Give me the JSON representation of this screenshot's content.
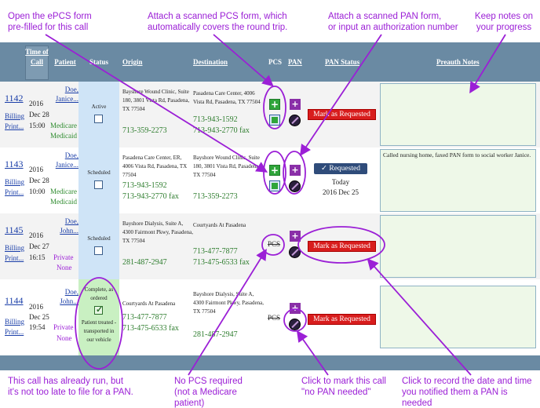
{
  "callouts": {
    "epcs": "Open the ePCS form\npre-filled for this call",
    "scan_pcs": "Attach a scanned PCS form, which\nautomatically covers the round trip.",
    "scan_pan": "Attach a scanned PAN form,\nor input an authorization number",
    "notes": "Keep notes on\nyour progress",
    "already_run": "This call has already run, but\nit's not too late to file for a PAN.",
    "no_pcs": "No PCS required\n(not a Medicare patient)",
    "no_pan": "Click to mark this call\n\"no PAN needed\"",
    "record_date": "Click to record the date and time\nyou notified them a PAN is needed"
  },
  "header": {
    "time_of_call": "Time of Call",
    "patient": "Patient",
    "status": "Status",
    "origin": "Origin",
    "destination": "Destination",
    "pcs": "PCS",
    "pan": "PAN",
    "pan_status": "PAN Status",
    "preauth_notes": "Preauth Notes"
  },
  "rows": [
    {
      "id": "1142",
      "billing": "Billing Print...",
      "year": "2016",
      "date": "Dec 28",
      "time": "15:00",
      "patient": "Doe, Janice...",
      "insurance": [
        "Medicare",
        "Medicaid"
      ],
      "status": "Active",
      "origin_addr": "Bayshore Wound Clinic, Suite 180, 3801 Vista Rd, Pasadena, TX 77504",
      "origin_phone": "713-359-2273",
      "dest_addr": "Pasadena Care Center, 4006 Vista Rd, Pasadena, TX 77504",
      "dest_phone": "713-943-1592",
      "dest_fax": "713-943-2770 fax",
      "pan_status": "Mark as Requested",
      "notes": ""
    },
    {
      "id": "1143",
      "billing": "Billing Print...",
      "year": "2016",
      "date": "Dec 28",
      "time": "10:00",
      "patient": "Doe, Janice...",
      "insurance": [
        "Medicare",
        "Medicaid"
      ],
      "status": "Scheduled",
      "origin_addr": "Pasadena Care Center, ER, 4006 Vista Rd, Pasadena, TX 77504",
      "origin_phone": "713-943-1592",
      "origin_fax": "713-943-2770 fax",
      "dest_addr": "Bayshore Wound Clinic, Suite 180, 3801 Vista Rd, Pasadena, TX 77504",
      "dest_phone": "713-359-2273",
      "pan_status": "✓ Requested",
      "pan_sub1": "Today",
      "pan_sub2": "2016 Dec 25",
      "notes": "Called nursing home, faxed PAN form to social worker Janice."
    },
    {
      "id": "1145",
      "billing": "Billing Print...",
      "year": "2016",
      "date": "Dec 27",
      "time": "16:15",
      "patient": "Doe, John...",
      "insurance": [
        "Private",
        "None"
      ],
      "status": "Scheduled",
      "origin_addr": "Bayshore Dialysis, Suite A, 4300 Fairmont Pkwy, Pasadena, TX 77504",
      "origin_phone": "281-487-2947",
      "dest_addr": "Courtyards At Pasadena",
      "dest_phone": "713-477-7877",
      "dest_fax": "713-475-6533 fax",
      "pcs": "PCS",
      "pan_status": "Mark as Requested",
      "notes": ""
    },
    {
      "id": "1144",
      "billing": "Billing Print...",
      "year": "2016",
      "date": "Dec 25",
      "time": "19:54",
      "patient": "Doe, John...",
      "insurance": [
        "Private",
        "None"
      ],
      "status": "Complete, as ordered",
      "status_note": "Patient treated - transported in our vehicle",
      "origin_addr": "Courtyards At Pasadena",
      "origin_phone": "713-477-7877",
      "origin_fax": "713-475-6533 fax",
      "dest_addr": "Bayshore Dialysis, Suite A, 4300 Fairmont Pkwy, Pasadena, TX 77504",
      "dest_phone": "281-487-2947",
      "pcs": "PCS",
      "pan_status": "Mark as Requested",
      "notes": ""
    }
  ],
  "colors": {
    "header": "#6a8aa3",
    "callout": "#9b1fd6",
    "mark_button": "#d81d1d",
    "requested_button": "#2f4c7a"
  },
  "icons": {
    "pcs": "green-plus-icon",
    "scan": "scanned-form-icon",
    "pan": "purple-plus-icon",
    "no_pan": "no-pan-icon"
  }
}
